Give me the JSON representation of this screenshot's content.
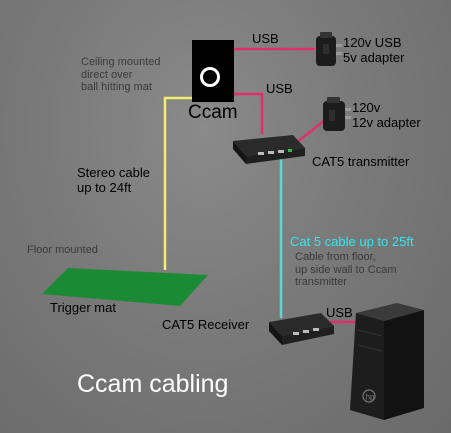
{
  "diagram": {
    "title": "Ccam cabling",
    "ccam": {
      "label": "Ccam",
      "note": [
        "Ceiling mounted",
        "direct over",
        "ball hitting mat"
      ]
    },
    "usb_adapter": {
      "usb_label": "USB",
      "label": [
        "120v USB",
        "5v adapter"
      ]
    },
    "transmitter": {
      "usb_label": "USB",
      "label": "CAT5 transmitter"
    },
    "power_adapter": {
      "label": [
        "120v",
        "12v adapter"
      ]
    },
    "stereo_cable": {
      "label": [
        "Stereo cable",
        "up to 24ft"
      ]
    },
    "floor_note": "Floor mounted",
    "trigger_mat": {
      "label": "Trigger mat"
    },
    "cat5_cable": {
      "label": "Cat 5 cable up to 25ft",
      "note": [
        "Cable from floor,",
        "up side wall to Ccam",
        "transmitter"
      ]
    },
    "receiver": {
      "label": "CAT5 Receiver",
      "usb_label": "USB"
    },
    "colors": {
      "usb_cable": "#e0306a",
      "stereo_cable": "#f2ee70",
      "cat5_cable": "#5ad8d0",
      "mat": "#1b8a35",
      "title_text": "#ffffff",
      "cat5_text": "#33e6f0"
    }
  }
}
